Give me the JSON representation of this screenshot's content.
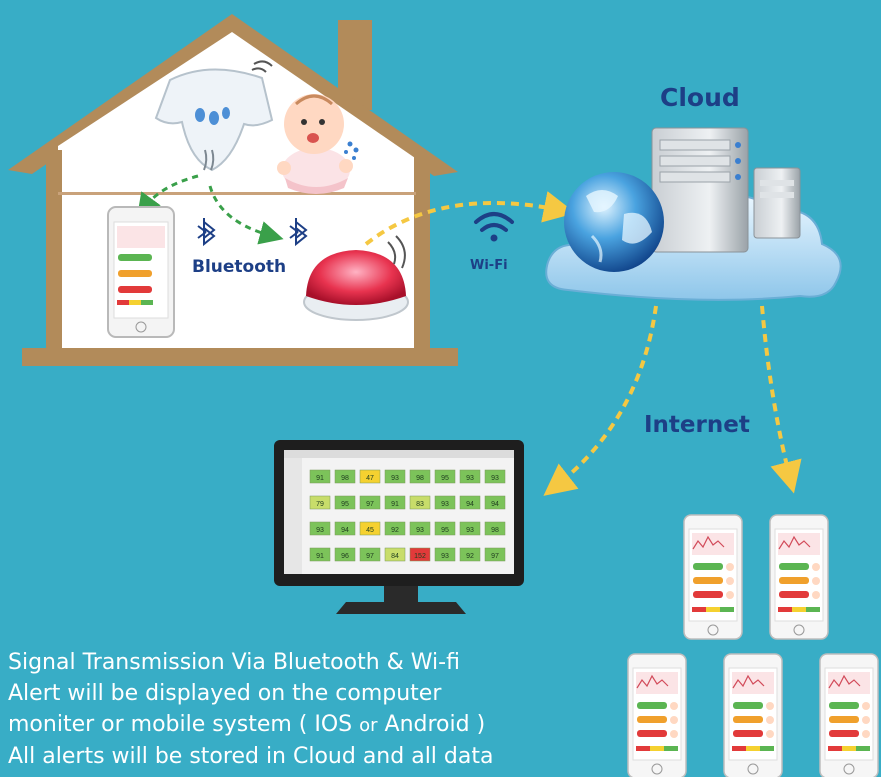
{
  "labels": {
    "cloud": "Cloud",
    "bluetooth": "Bluetooth",
    "wifi": "Wi-Fi",
    "internet": "Internet"
  },
  "monitor_cells": [
    [
      "91",
      "98",
      "47",
      "93",
      "98",
      "95",
      "93",
      "93"
    ],
    [
      "79",
      "95",
      "97",
      "91",
      "83",
      "93",
      "94",
      "94"
    ],
    [
      "93",
      "94",
      "45",
      "92",
      "93",
      "95",
      "93",
      "98"
    ],
    [
      "91",
      "96",
      "97",
      "84",
      "152",
      "93",
      "92",
      "97"
    ]
  ],
  "description": {
    "line1": "Signal Transmission Via Bluetooth & Wi-fi",
    "line2": "Alert will be displayed on the computer",
    "line3_a": "moniter or mobile system ( IOS ",
    "line3_b": "or",
    "line3_c": " Android )",
    "line4": "All alerts will be stored in Cloud and all data"
  },
  "colors": {
    "background": "#38adc6",
    "house_frame": "#b28b5a",
    "label_blue": "#1d3f86",
    "arrow_yellow": "#f5c842",
    "arrow_green": "#3aa04a",
    "alert_red": "#e23a3a"
  },
  "icons": [
    "bluetooth-icon",
    "wifi-icon",
    "globe-icon",
    "server-icon",
    "sensor-hub-icon",
    "smartphone-icon",
    "monitor-icon",
    "baby-icon",
    "diaper-icon"
  ]
}
